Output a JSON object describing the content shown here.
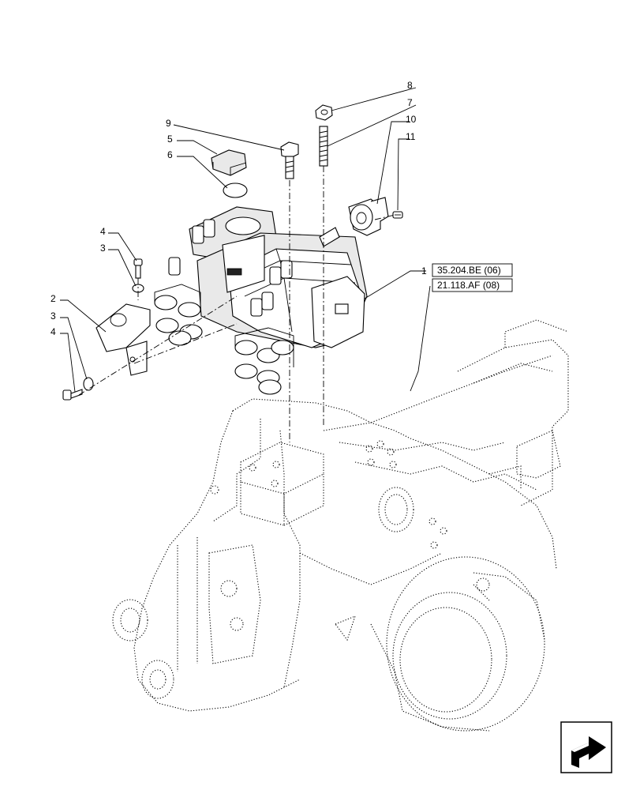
{
  "diagram": {
    "callouts": {
      "c1": "1",
      "c2": "2",
      "c3a": "3",
      "c3b": "3",
      "c4a": "4",
      "c4b": "4",
      "c5": "5",
      "c6": "6",
      "c7": "7",
      "c8": "8",
      "c9": "9",
      "c10": "10",
      "c11": "11"
    },
    "references": {
      "ref_a": "35.204.BE (06)",
      "ref_b": "21.118.AF (08)"
    },
    "nav_icon": "next-page-arrow-icon"
  }
}
